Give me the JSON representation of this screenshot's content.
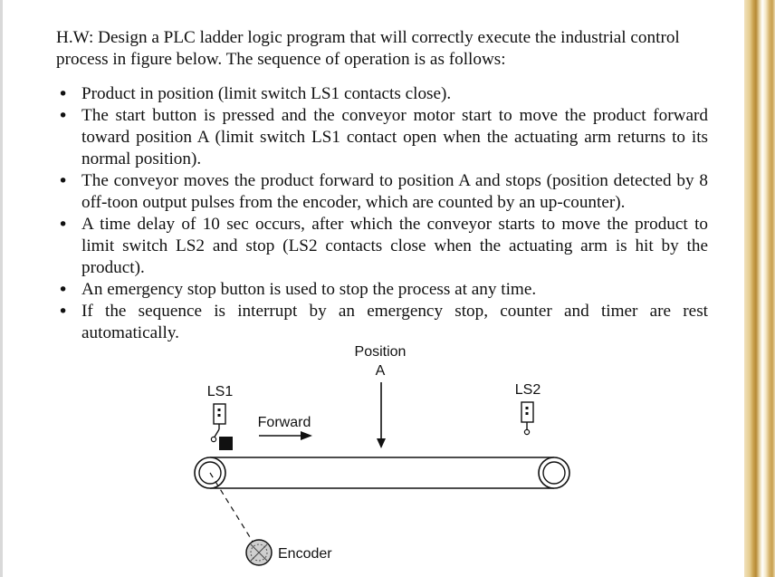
{
  "intro": "H.W: Design a PLC ladder logic program that will correctly execute the industrial control process in figure below. The sequence of operation is as follows:",
  "bullets": [
    "Product in position (limit switch LS1 contacts close).",
    "The start button is pressed and the conveyor motor start to move the product forward toward position A (limit switch LS1 contact open when the actuating arm returns to its normal position).",
    "The conveyor moves the product forward to position A and stops (position detected by 8 off-toon output pulses from the encoder, which are counted by an up-counter).",
    "A time delay of 10 sec occurs, after which the conveyor starts to move the product to limit switch LS2 and stop (LS2 contacts close when the actuating arm is hit by the product).",
    "An emergency stop button is used to stop the process at any time.",
    "If the sequence is interrupt by an emergency stop, counter and timer are rest automatically."
  ],
  "bullet_glyph": "•",
  "figure": {
    "position_label_line1": "Position",
    "position_label_line2": "A",
    "ls1_label": "LS1",
    "ls2_label": "LS2",
    "forward_label": "Forward",
    "encoder_label": "Encoder"
  }
}
